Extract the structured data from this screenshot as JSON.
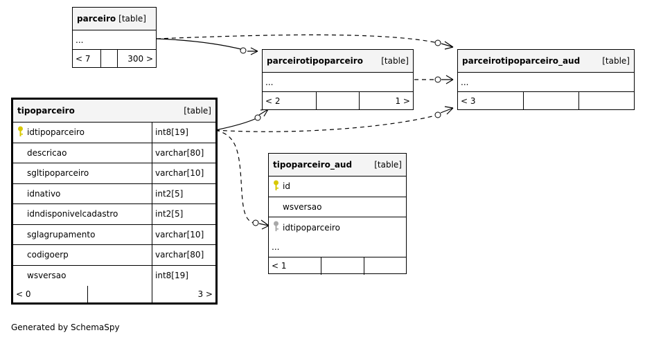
{
  "tables": {
    "parceiro": {
      "name": "parceiro",
      "kind": "[table]",
      "ellipsis": "...",
      "footer": [
        "< 7",
        "",
        "300 >"
      ]
    },
    "parceirotipoparceiro": {
      "name": "parceirotipoparceiro",
      "kind": "[table]",
      "ellipsis": "...",
      "footer": [
        "< 2",
        "",
        "1 >"
      ]
    },
    "parceirotipoparceiro_aud": {
      "name": "parceirotipoparceiro_aud",
      "kind": "[table]",
      "ellipsis": "...",
      "footer": [
        "< 3",
        "",
        ""
      ]
    },
    "tipoparceiro": {
      "name": "tipoparceiro",
      "kind": "[table]",
      "columns": [
        {
          "name": "idtipoparceiro",
          "type": "int8[19]",
          "key": "primary"
        },
        {
          "name": "descricao",
          "type": "varchar[80]",
          "key": ""
        },
        {
          "name": "sgltipoparceiro",
          "type": "varchar[10]",
          "key": ""
        },
        {
          "name": "idnativo",
          "type": "int2[5]",
          "key": ""
        },
        {
          "name": "idndisponivelcadastro",
          "type": "int2[5]",
          "key": ""
        },
        {
          "name": "sglagrupamento",
          "type": "varchar[10]",
          "key": ""
        },
        {
          "name": "codigoerp",
          "type": "varchar[80]",
          "key": ""
        },
        {
          "name": "wsversao",
          "type": "int8[19]",
          "key": ""
        }
      ],
      "footer": [
        "< 0",
        "",
        "3 >"
      ]
    },
    "tipoparceiro_aud": {
      "name": "tipoparceiro_aud",
      "kind": "[table]",
      "columns": [
        {
          "name": "id",
          "key": "primary"
        },
        {
          "name": "wsversao",
          "key": ""
        },
        {
          "name": "idtipoparceiro",
          "key": "foreign"
        }
      ],
      "ellipsis": "...",
      "footer": [
        "< 1",
        "",
        ""
      ]
    }
  },
  "colors": {
    "primary_key": "#d8c800",
    "foreign_key": "#a8a8a8",
    "header_bg": "#f4f4f4"
  },
  "footer_text": "Generated by SchemaSpy"
}
